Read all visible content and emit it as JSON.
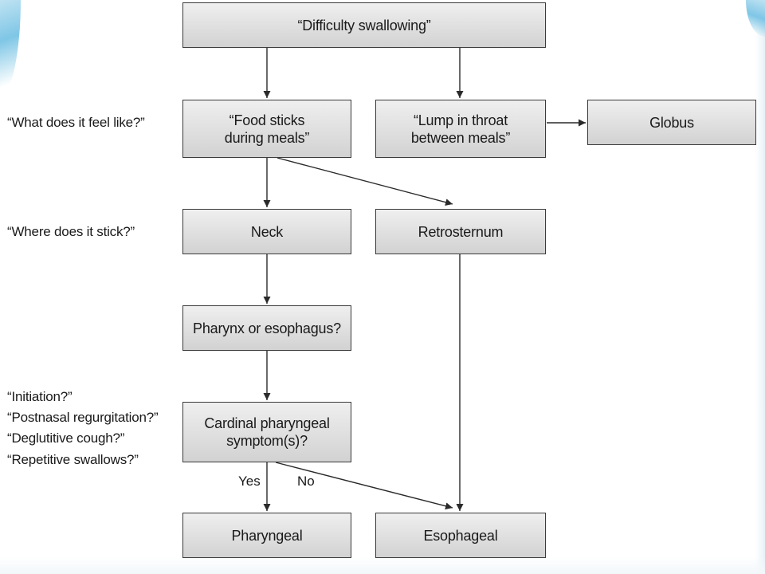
{
  "diagram": {
    "nodes": {
      "difficulty": "“Difficulty swallowing”",
      "food_sticks": "“Food sticks\nduring meals”",
      "lump": "“Lump in throat\nbetween meals”",
      "globus": "Globus",
      "neck": "Neck",
      "retrosternum": "Retrosternum",
      "pharynx_or_esophagus": "Pharynx or esophagus?",
      "cardinal": "Cardinal pharyngeal\nsymptom(s)?",
      "pharyngeal": "Pharyngeal",
      "esophageal": "Esophageal"
    },
    "questions": {
      "feel": "“What does it feel like?”",
      "stick": "“Where does it stick?”",
      "initiation": "“Initiation?”",
      "postnasal": "“Postnasal regurgitation?”",
      "cough": "“Deglutitive cough?”",
      "repetitive": "“Repetitive swallows?”"
    },
    "edge_labels": {
      "yes": "Yes",
      "no": "No"
    }
  }
}
